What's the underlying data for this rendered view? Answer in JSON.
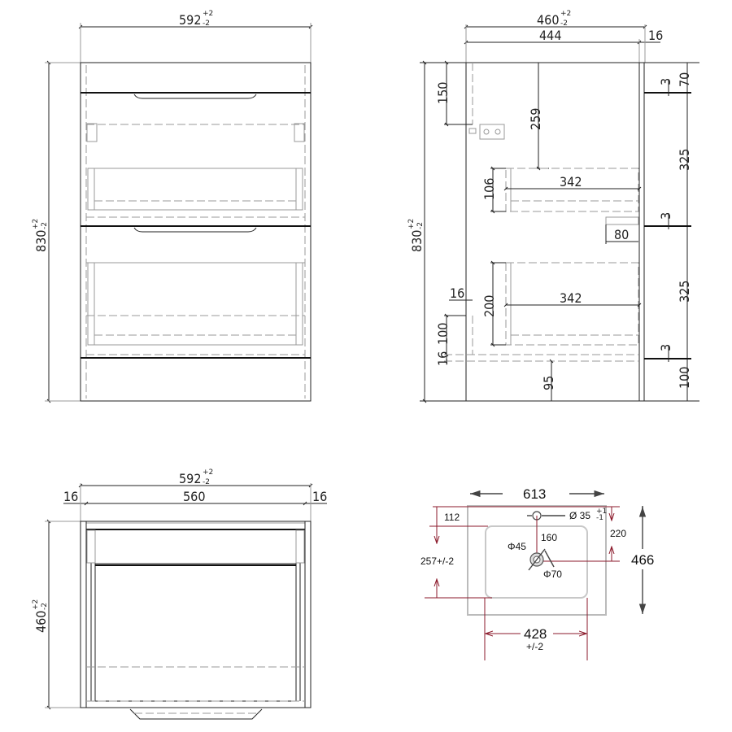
{
  "front_view": {
    "width": "592",
    "width_tol_plus": "+2",
    "width_tol_minus": "-2",
    "height": "830",
    "height_tol_plus": "+2",
    "height_tol_minus": "-2"
  },
  "side_view": {
    "depth": "460",
    "depth_tol_plus": "+2",
    "depth_tol_minus": "-2",
    "inner_depth": "444",
    "door_thickness": "16",
    "height": "830",
    "height_tol_plus": "+2",
    "height_tol_minus": "-2",
    "bracket_height": "150",
    "top_to_drawer": "259",
    "drawer1_depth": "342",
    "drawer1_height": "106",
    "runner": "80",
    "drawer2_depth": "342",
    "drawer2_height": "200",
    "panel_thickness": "16",
    "plinth_gap": "100",
    "base_thickness": "16",
    "foot_height": "95",
    "top_rail": "70",
    "gap1": "3",
    "front1": "325",
    "gap2": "3",
    "front2": "325",
    "gap3": "3",
    "plinth": "100"
  },
  "top_view": {
    "width": "592",
    "width_tol_plus": "+2",
    "width_tol_minus": "-2",
    "inner_width": "560",
    "left_panel": "16",
    "right_panel": "16",
    "depth": "460",
    "depth_tol_plus": "+2",
    "depth_tol_minus": "-2"
  },
  "basin": {
    "width": "613",
    "depth": "466",
    "tap_offset": "112",
    "tap_hole": "Ø 35",
    "tap_hole_tol_plus": "+1",
    "tap_hole_tol_minus": "-1",
    "tap_to_drain": "160",
    "drain_offset": "220",
    "drain_small": "Φ45",
    "drain_large": "Φ70",
    "bowl_depth": "257+/-2",
    "bowl_width": "428",
    "bowl_width_tol": "+/-2",
    "line_color": "#8b1a2b"
  }
}
